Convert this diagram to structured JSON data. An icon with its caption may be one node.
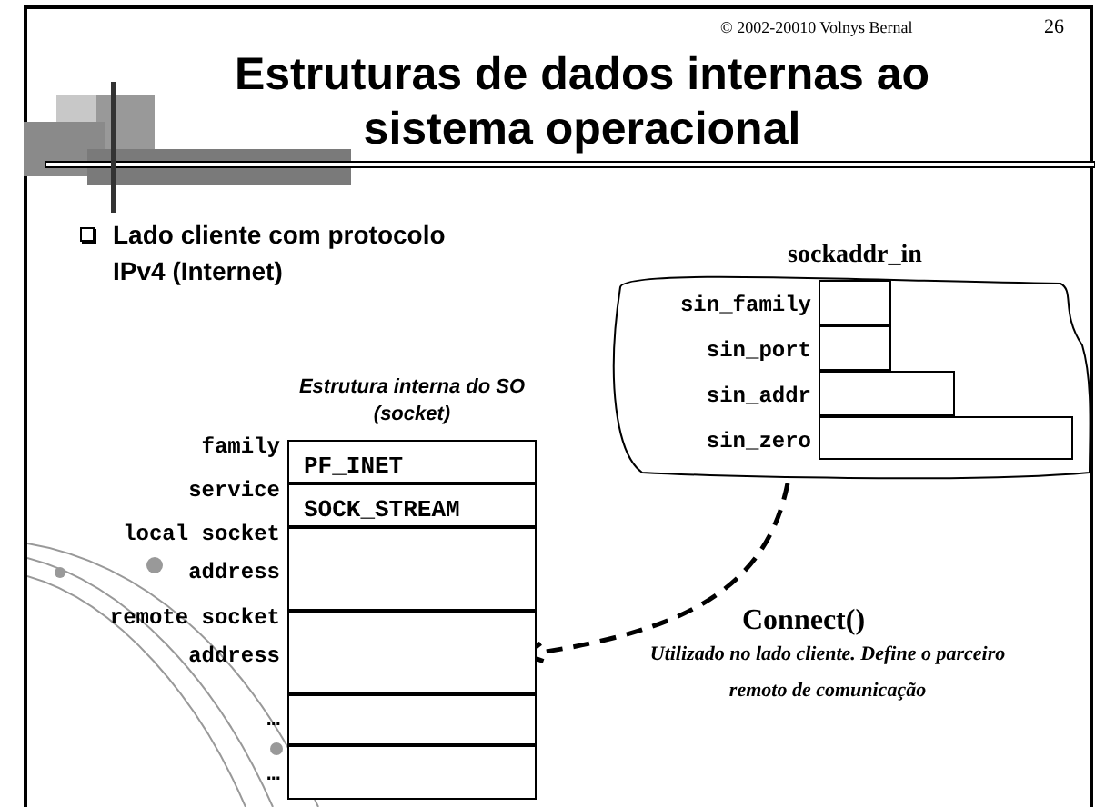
{
  "diagram": {
    "title": "Estruturas de dados internas ao sistema operacional",
    "nodes": [
      {
        "text": [
          "sockaddr_in"
        ]
      },
      {
        "text": [],
        "shape": "box",
        "in": 0,
        "beside": [
          "sin_family"
        ]
      },
      {
        "text": [],
        "shape": "box",
        "in": 0,
        "beside": [
          "sin_port"
        ]
      },
      {
        "text": [],
        "shape": "box",
        "in": 0,
        "beside": [
          "sin_addr"
        ]
      },
      {
        "text": [],
        "shape": "box",
        "in": 0,
        "beside": [
          "sin_zero"
        ]
      },
      {
        "text": [
          "Estrutura interna do SO (socket)"
        ]
      },
      {
        "text": [
          "PF_INET"
        ],
        "in": 5,
        "beside": [
          "family"
        ]
      },
      {
        "text": [
          "SOCK_STREAM"
        ],
        "in": 5,
        "beside": [
          "service"
        ]
      },
      {
        "text": [],
        "shape": "box",
        "in": 5,
        "beside": [
          "local socket address"
        ]
      },
      {
        "text": [],
        "shape": "box",
        "in": 5,
        "beside": [
          "remote socket address"
        ]
      },
      {
        "text": [],
        "shape": "box",
        "in": 5,
        "beside": [
          "…"
        ]
      },
      {
        "text": [],
        "shape": "box",
        "in": 5,
        "beside": [
          "…"
        ]
      }
    ],
    "edges": [
      {
        "from": 0,
        "to": 9,
        "arrow": "to",
        "style": "dashed"
      }
    ],
    "labels": [
      "© 2002-20010 Volnys Bernal",
      "26",
      "Lado cliente com protocolo IPv4 (Internet)",
      "Connect()",
      "Utilizado no lado cliente. Define o parceiro remoto de comunicação"
    ]
  }
}
